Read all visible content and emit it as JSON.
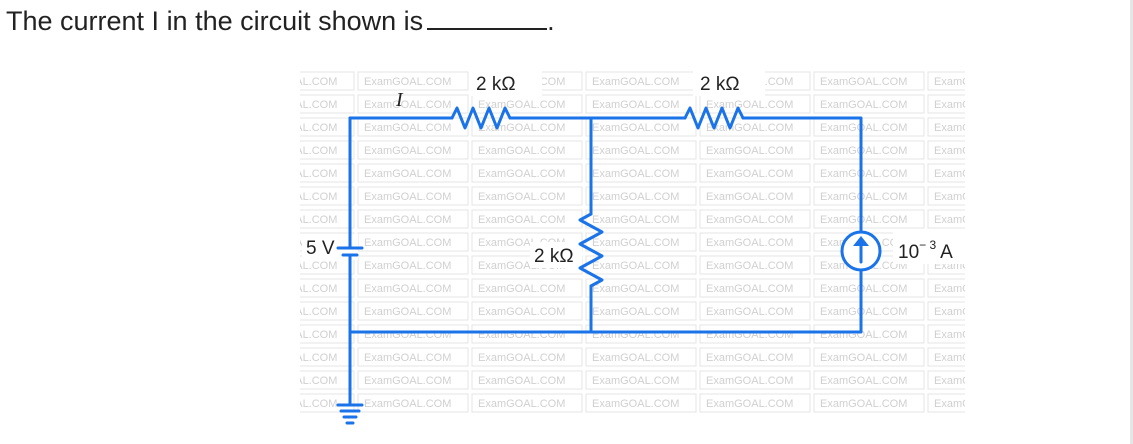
{
  "question": {
    "text": "The current I in the circuit shown is",
    "trailing": "."
  },
  "circuit": {
    "watermark": "ExamGOAL.COM",
    "current_label": "I",
    "resistor_top_left": "2 kΩ",
    "resistor_top_right": "2 kΩ",
    "resistor_middle": "2 kΩ",
    "voltage_source": "5 V",
    "current_source": "10",
    "current_source_exp": "− 3",
    "current_source_unit": "A",
    "wire_color": "#1a73e8"
  }
}
